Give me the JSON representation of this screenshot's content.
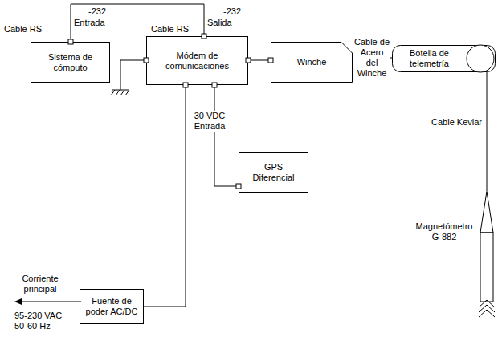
{
  "diagram": {
    "nodes": [
      {
        "text": [
          "Sistema de cómputo"
        ]
      },
      {
        "text": [
          "Módem de comunicaciones"
        ]
      },
      {
        "text": [
          "Winche"
        ]
      },
      {
        "text": [
          "Botella de telemetría"
        ]
      },
      {
        "text": [
          "GPS Diferencial"
        ]
      },
      {
        "text": [
          "Fuente de poder AC/DC"
        ]
      },
      {
        "text": [
          "Magnetómetro G-882"
        ]
      }
    ],
    "edges": [
      {
        "from": 0,
        "to": 1,
        "arrow": "none"
      },
      {
        "from": 1,
        "to": 2,
        "arrow": "none"
      },
      {
        "from": 2,
        "to": 3,
        "label": "Cable de Acero del Winche",
        "arrow": "none"
      },
      {
        "from": 3,
        "to": 6,
        "label": "Cable Kevlar",
        "arrow": "none"
      },
      {
        "from": 1,
        "to": 4,
        "arrow": "none"
      },
      {
        "from": 1,
        "to": 5,
        "arrow": "none"
      }
    ],
    "labels": [
      "Cable RS",
      "-232",
      "Entrada",
      "Cable RS",
      "-232",
      "Salida",
      "30 VDC Entrada",
      "Corriente principal",
      "95-230 VAC 50-60 Hz"
    ]
  }
}
